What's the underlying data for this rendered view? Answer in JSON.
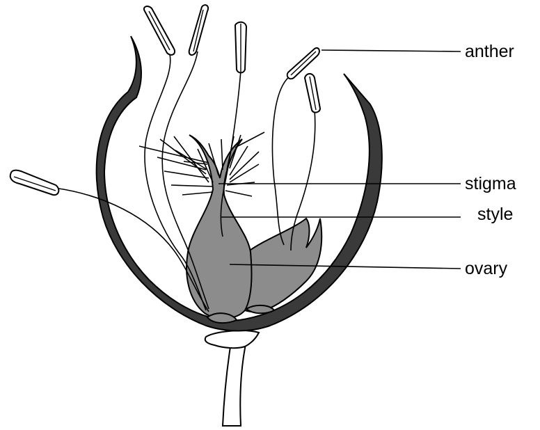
{
  "diagram": {
    "labels": {
      "anther": "anther",
      "stigma": "stigma",
      "style": "style",
      "ovary": "ovary"
    },
    "colors": {
      "receptacle_fill": "#3a3a3a",
      "ovary_fill": "#8c8c8c",
      "line": "#000000",
      "background": "#ffffff"
    }
  }
}
